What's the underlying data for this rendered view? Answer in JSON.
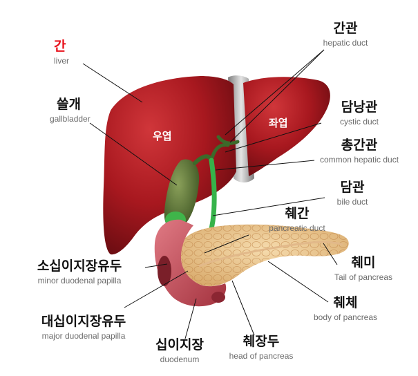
{
  "labels": {
    "liver": {
      "ko": "간",
      "en": "liver"
    },
    "gallbladder": {
      "ko": "쓸개",
      "en": "gallbladder"
    },
    "hepatic": {
      "ko": "간관",
      "en": "hepatic duct"
    },
    "cystic": {
      "ko": "담낭관",
      "en": "cystic duct"
    },
    "common": {
      "ko": "총간관",
      "en": "common hepatic duct"
    },
    "bile": {
      "ko": "담관",
      "en": "bile duct"
    },
    "pancduct": {
      "ko": "췌간",
      "en": "pancreatic duct"
    },
    "minor": {
      "ko": "소십이지장유두",
      "en": "minor duodenal papilla"
    },
    "tail": {
      "ko": "췌미",
      "en": "Tail of pancreas"
    },
    "body": {
      "ko": "췌체",
      "en": "body of pancreas"
    },
    "major": {
      "ko": "대십이지장유두",
      "en": "major duodenal papilla"
    },
    "duodenum": {
      "ko": "십이지장",
      "en": "duodenum"
    },
    "head": {
      "ko": "췌장두",
      "en": "head of pancreas"
    }
  },
  "lobes": {
    "right": "우엽",
    "left": "좌엽"
  },
  "colors": {
    "liver": "#a8181f",
    "gallbladder": "#5f7a36",
    "duct": "#36b34a",
    "pancreas": "#e9c48d",
    "duodenum": "#c95460",
    "highlight": "#e8101a"
  }
}
